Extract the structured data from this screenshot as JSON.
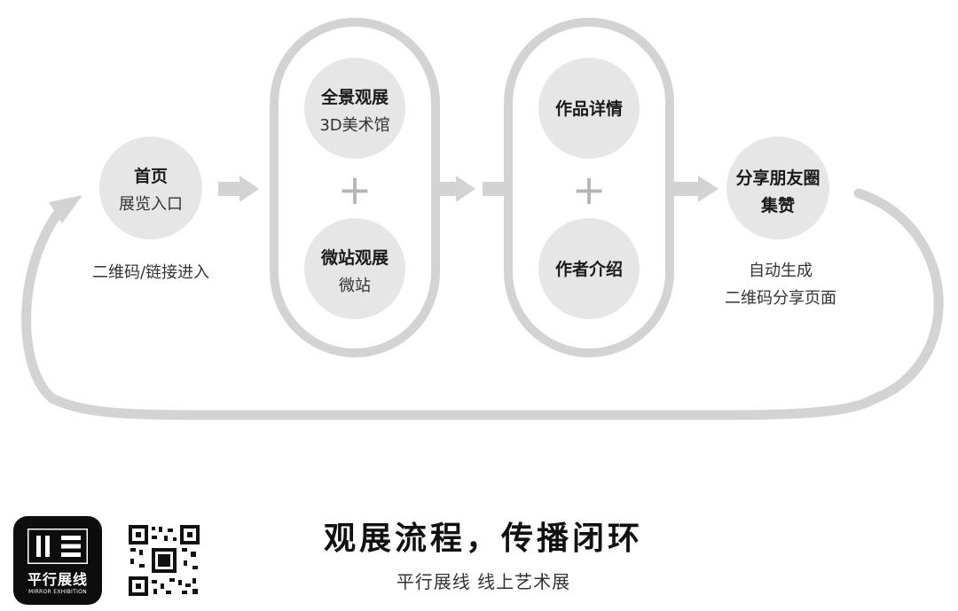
{
  "diagram": {
    "nodes": {
      "home": {
        "title": "首页",
        "subtitle": "展览入口"
      },
      "panorama": {
        "title": "全景观展",
        "subtitle": "3D美术馆"
      },
      "microsite": {
        "title": "微站观展",
        "subtitle": "微站"
      },
      "artwork": {
        "title": "作品详情"
      },
      "artist": {
        "title": "作者介绍"
      },
      "share": {
        "title_line1": "分享朋友圈",
        "title_line2": "集赞"
      }
    },
    "notes": {
      "home_entry": "二维码/链接进入",
      "share_line1": "自动生成",
      "share_line2": "二维码分享页面"
    },
    "plus_symbol": "+"
  },
  "footer": {
    "logo": {
      "name": "平行展线",
      "sub": "MIRROR EXHIBITION"
    },
    "qr_icon": "qr-code-icon",
    "title": "观展流程，传播闭环",
    "subtitle": "平行展线 线上艺术展"
  },
  "colors": {
    "circle_fill": "#e6e6e6",
    "stroke": "#d3d3d3",
    "text": "#1a1a1a"
  }
}
